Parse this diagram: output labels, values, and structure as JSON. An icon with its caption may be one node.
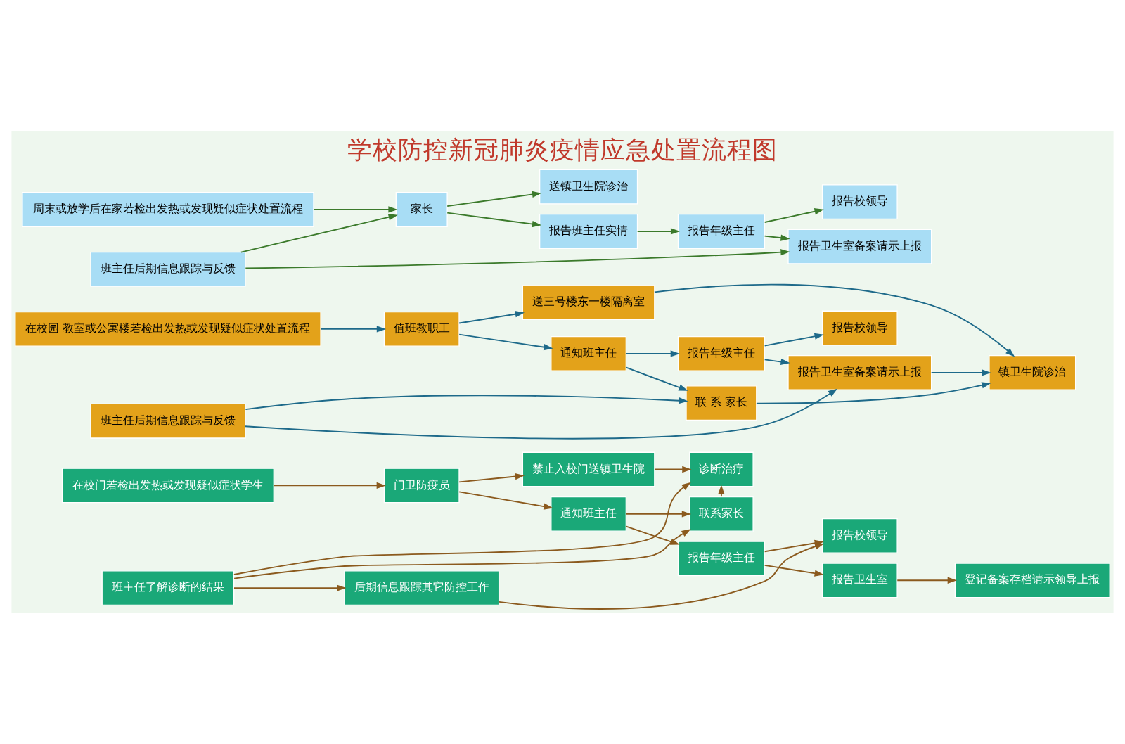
{
  "diagram": {
    "title": "学校防控新冠肺炎疫情应急处置流程图",
    "nodes": [
      {
        "text": [
          "在校门若检出发热或发现疑似症状学生"
        ]
      },
      {
        "text": [
          "门卫防疫员"
        ]
      },
      {
        "text": [
          "禁止入校门送镇卫生院"
        ]
      },
      {
        "text": [
          "通知班主任"
        ]
      },
      {
        "text": [
          "诊断治疗"
        ]
      },
      {
        "text": [
          "联系家长"
        ]
      },
      {
        "text": [
          "报告年级主任"
        ]
      },
      {
        "text": [
          "班主任了解诊断的结果"
        ]
      },
      {
        "text": [
          "报告校领导"
        ]
      },
      {
        "text": [
          "报告卫生室"
        ]
      },
      {
        "text": [
          "后期信息跟踪其它防控工作"
        ]
      },
      {
        "text": [
          "登记备案存档请示领导上报"
        ]
      },
      {
        "text": [
          "在校园 教室或公寓楼若检出发热或发现疑似症状处置流程"
        ]
      },
      {
        "text": [
          "值班教职工"
        ]
      },
      {
        "text": [
          "送三号楼东一楼隔离室"
        ]
      },
      {
        "text": [
          "通知班主任"
        ]
      },
      {
        "text": [
          "报告年级主任"
        ]
      },
      {
        "text": [
          "联 系 家长"
        ]
      },
      {
        "text": [
          "报告校领导"
        ]
      },
      {
        "text": [
          "报告卫生室备案请示上报"
        ]
      },
      {
        "text": [
          "镇卫生院诊治"
        ]
      },
      {
        "text": [
          "班主任后期信息跟踪与反馈"
        ]
      },
      {
        "text": [
          "周末或放学后在家若检出发热或发现疑似症状处置流程"
        ]
      },
      {
        "text": [
          "家长"
        ]
      },
      {
        "text": [
          "送镇卫生院诊治"
        ]
      },
      {
        "text": [
          "报告班主任实情"
        ]
      },
      {
        "text": [
          "报告年级主任"
        ]
      },
      {
        "text": [
          "报告校领导"
        ]
      },
      {
        "text": [
          "报告卫生室备案请示上报"
        ]
      },
      {
        "text": [
          "班主任后期信息跟踪与反馈"
        ]
      }
    ],
    "edges": [
      {
        "from": 0,
        "to": 1,
        "arrow": "to"
      },
      {
        "from": 1,
        "to": 2,
        "arrow": "to"
      },
      {
        "from": 1,
        "to": 3,
        "arrow": "to"
      },
      {
        "from": 2,
        "to": 4,
        "arrow": "to"
      },
      {
        "from": 3,
        "to": 5,
        "arrow": "to"
      },
      {
        "from": 3,
        "to": 6,
        "arrow": "to"
      },
      {
        "from": 5,
        "to": 4,
        "arrow": "to"
      },
      {
        "from": 7,
        "to": 4,
        "arrow": "to"
      },
      {
        "from": 7,
        "to": 5,
        "arrow": "to"
      },
      {
        "from": 6,
        "to": 8,
        "arrow": "to"
      },
      {
        "from": 6,
        "to": 9,
        "arrow": "to"
      },
      {
        "from": 7,
        "to": 10,
        "arrow": "to"
      },
      {
        "from": 10,
        "to": 8,
        "arrow": "to"
      },
      {
        "from": 9,
        "to": 11,
        "arrow": "to"
      },
      {
        "from": 12,
        "to": 13,
        "arrow": "to",
        "color": "#1e6a8a"
      },
      {
        "from": 13,
        "to": 14,
        "arrow": "to",
        "color": "#1e6a8a"
      },
      {
        "from": 13,
        "to": 15,
        "arrow": "to",
        "color": "#1e6a8a"
      },
      {
        "from": 14,
        "to": 20,
        "arrow": "to",
        "color": "#1e6a8a"
      },
      {
        "from": 15,
        "to": 16,
        "arrow": "to",
        "color": "#1e6a8a"
      },
      {
        "from": 15,
        "to": 17,
        "arrow": "to",
        "color": "#1e6a8a"
      },
      {
        "from": 16,
        "to": 18,
        "arrow": "to",
        "color": "#1e6a8a"
      },
      {
        "from": 16,
        "to": 19,
        "arrow": "to",
        "color": "#1e6a8a"
      },
      {
        "from": 19,
        "to": 20,
        "arrow": "to",
        "color": "#1e6a8a"
      },
      {
        "from": 21,
        "to": 19,
        "arrow": "to",
        "color": "#1e6a8a"
      },
      {
        "from": 17,
        "to": 20,
        "arrow": "to",
        "color": "#1e6a8a"
      },
      {
        "from": 21,
        "to": 17,
        "arrow": "to",
        "color": "#1e6a8a"
      },
      {
        "from": 22,
        "to": 23,
        "arrow": "to",
        "color": "#3b7a2b"
      },
      {
        "from": 23,
        "to": 24,
        "arrow": "to",
        "color": "#3b7a2b"
      },
      {
        "from": 23,
        "to": 25,
        "arrow": "to",
        "color": "#3b7a2b"
      },
      {
        "from": 25,
        "to": 26,
        "arrow": "to",
        "color": "#3b7a2b"
      },
      {
        "from": 26,
        "to": 27,
        "arrow": "to",
        "color": "#3b7a2b"
      },
      {
        "from": 26,
        "to": 28,
        "arrow": "to",
        "color": "#3b7a2b"
      },
      {
        "from": 29,
        "to": 28,
        "arrow": "to",
        "color": "#3b7a2b"
      },
      {
        "from": 29,
        "to": 23,
        "arrow": "to",
        "color": "#3b7a2b"
      }
    ]
  }
}
